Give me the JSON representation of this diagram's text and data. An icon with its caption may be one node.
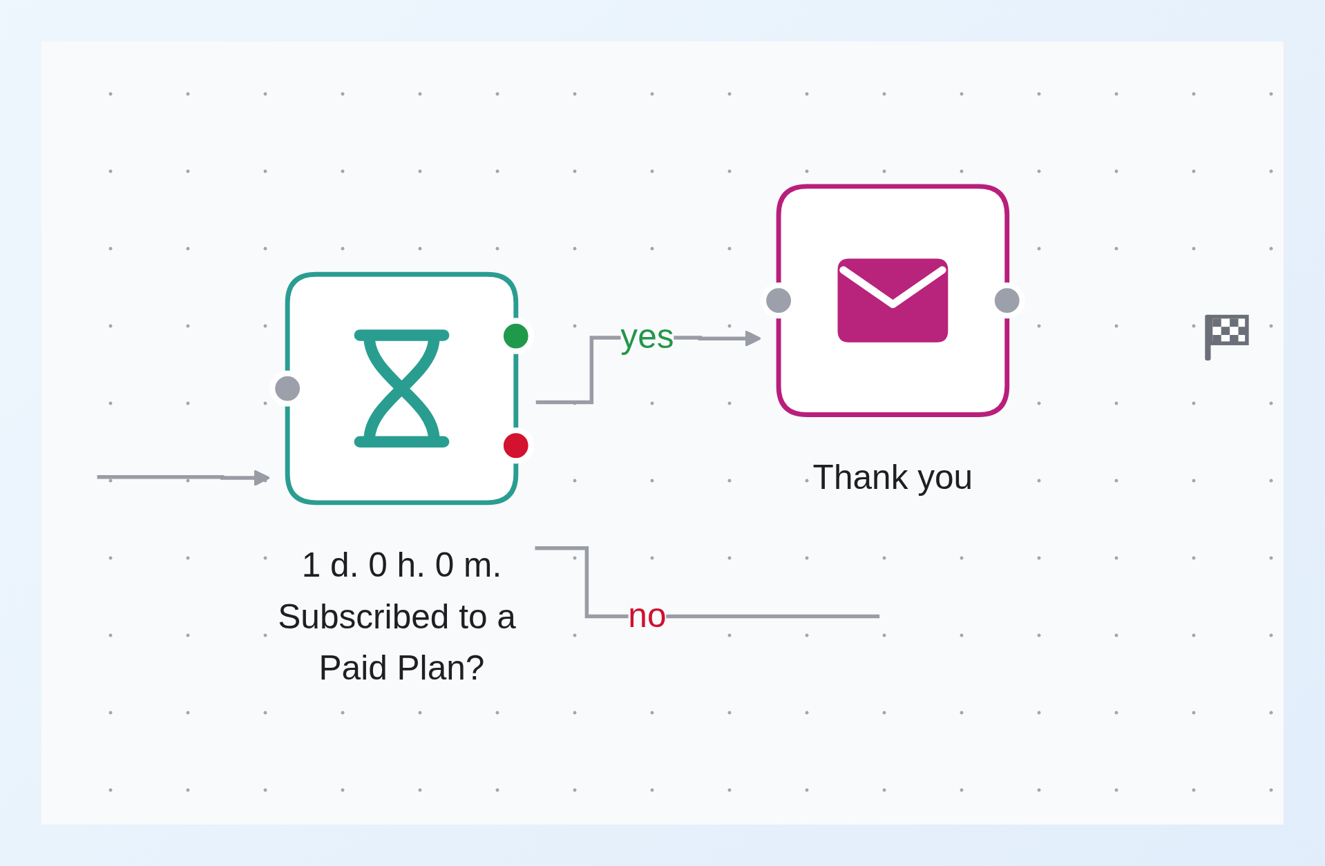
{
  "diagram": {
    "nodes": [
      {
        "text": [
          "1 d. 0 h. 0 m.",
          "Subscribed to a Paid Plan?"
        ]
      },
      {
        "text": [
          "Thank you"
        ]
      },
      {
        "text": [],
        "shape": "flag"
      }
    ],
    "edges": [
      {
        "from": null,
        "to": 0,
        "arrow": "to"
      },
      {
        "from": 0,
        "to": 1,
        "label": "yes",
        "arrow": "to"
      },
      {
        "from": 0,
        "to": null,
        "label": "no",
        "arrow": "none"
      }
    ]
  }
}
